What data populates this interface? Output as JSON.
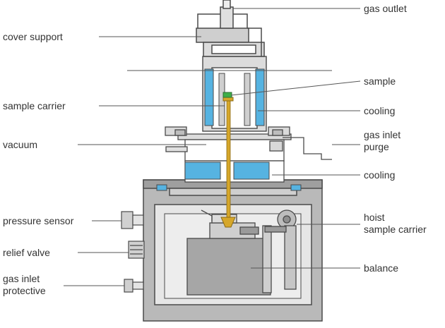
{
  "labels": {
    "gas_outlet": "gas outlet",
    "cover_support": "cover support",
    "sample": "sample",
    "sample_carrier": "sample carrier",
    "cooling_top": "cooling",
    "vacuum": "vacuum",
    "gas_inlet_purge_1": "gas inlet",
    "gas_inlet_purge_2": "purge",
    "cooling_mid": "cooling",
    "pressure_sensor": "pressure sensor",
    "hoist_1": "hoist",
    "hoist_2": "sample carrier",
    "relief_valve": "relief valve",
    "balance": "balance",
    "gas_inlet_protective_1": "gas inlet",
    "gas_inlet_protective_2": "protective"
  },
  "colors": {
    "outline": "#4a4a4a",
    "body_fill": "#b9b9b9",
    "chamber_fill": "#e2e2e2",
    "balance_fill": "#a6a6a6",
    "cooling_blue": "#56b3e1",
    "rod_gold": "#d6a72a",
    "sample_green": "#3fae49",
    "leader": "#555555"
  }
}
